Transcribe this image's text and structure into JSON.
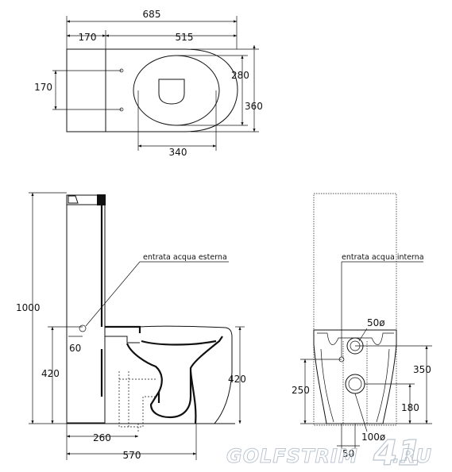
{
  "top_view": {
    "overall_length": "685",
    "tank_depth": "170",
    "bowl_length": "515",
    "fixing_spacing": "170",
    "seat_width": "280",
    "overall_width": "360",
    "seat_length": "340"
  },
  "side_view": {
    "total_height": "1000",
    "inlet_label": "entrata acqua esterna",
    "inlet_offset": "60",
    "inlet_height": "420",
    "rim_height": "420",
    "outlet_distance": "260",
    "base_length": "570"
  },
  "rear_view": {
    "inlet_label": "entrata acqua interna",
    "inlet_pipe_diameter": "50ø",
    "inlet_height": "250",
    "upper_outlet_height": "350",
    "lower_outlet_height": "180",
    "outlet_diameter": "100ø",
    "centre_offset": "50"
  },
  "watermark": {
    "text": "GOLFSTRIM",
    "number": "41",
    "suffix": ".RU"
  }
}
